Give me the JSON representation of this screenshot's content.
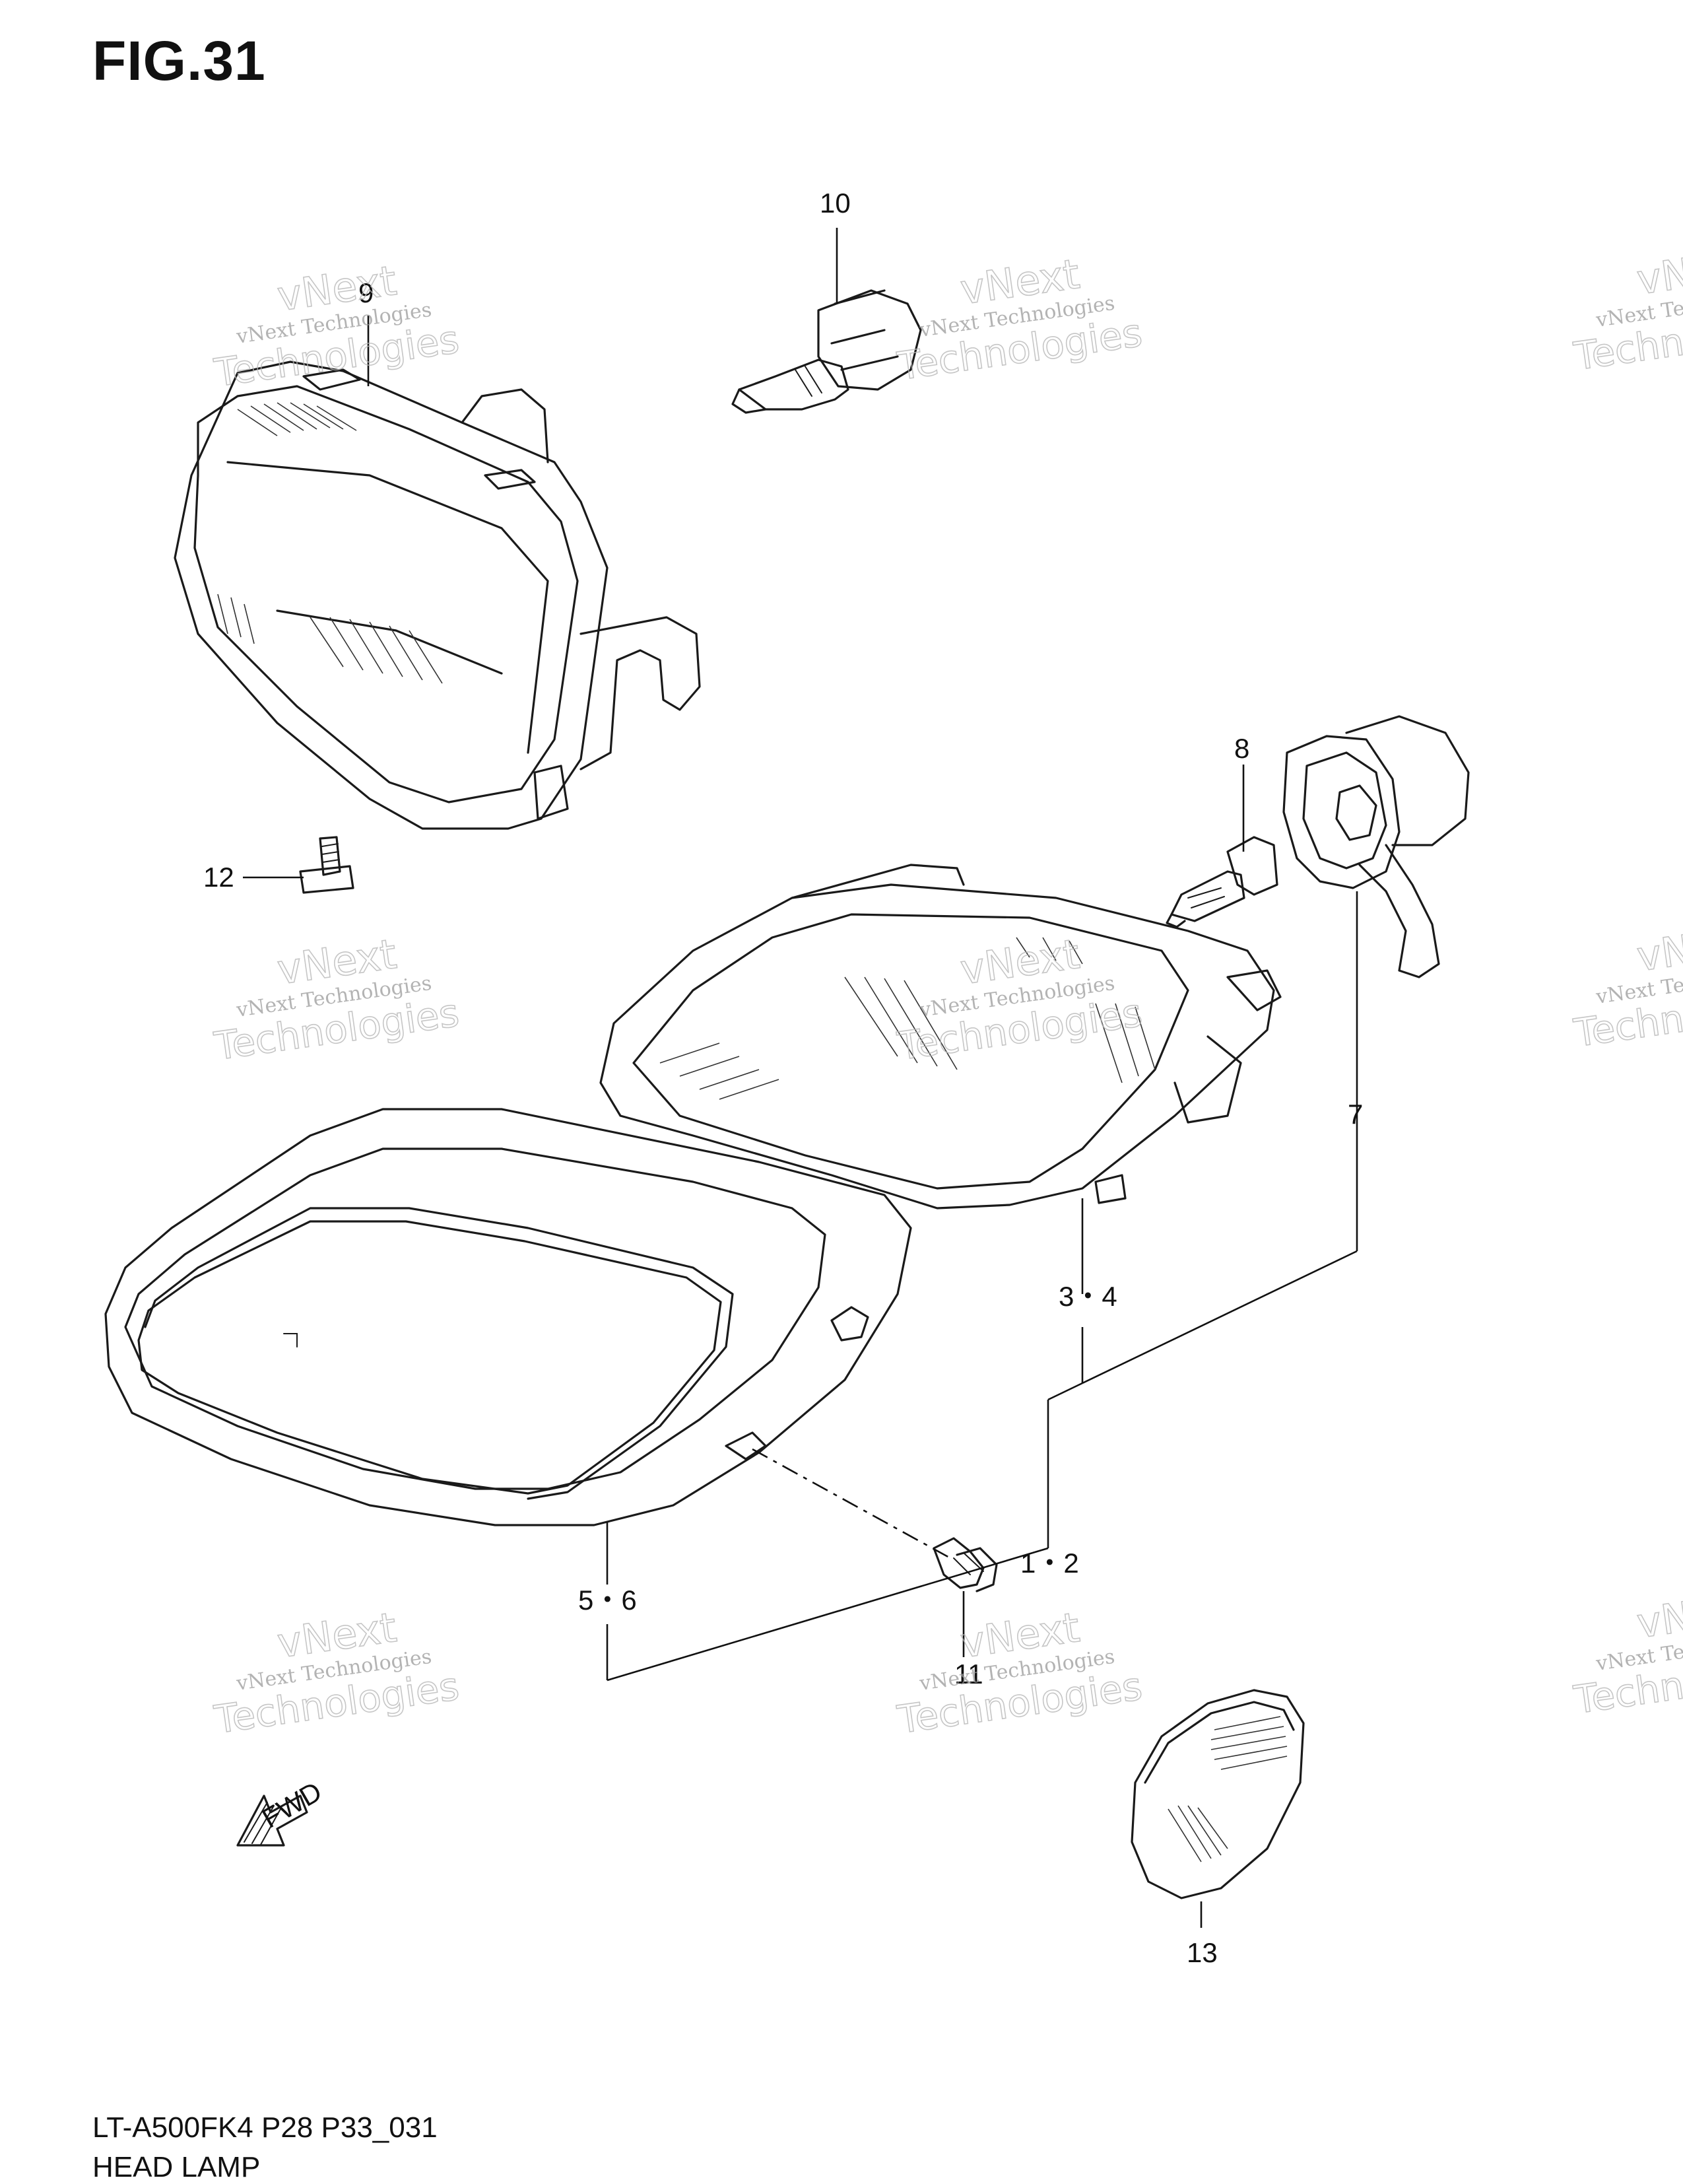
{
  "figure": {
    "title": "FIG.31",
    "model_code": "LT-A500FK4  P28  P33_031",
    "section_name": "HEAD LAMP"
  },
  "callouts": {
    "c1": "1・2",
    "c3": "3・4",
    "c5": "5・6",
    "c7": "7",
    "c8": "8",
    "c9": "9",
    "c10": "10",
    "c11": "11",
    "c12": "12",
    "c13": "13"
  },
  "fwd_label": "FWD",
  "watermark": {
    "line1": "vNext Technologies",
    "line2": "vNext",
    "line3": "Technologies"
  }
}
